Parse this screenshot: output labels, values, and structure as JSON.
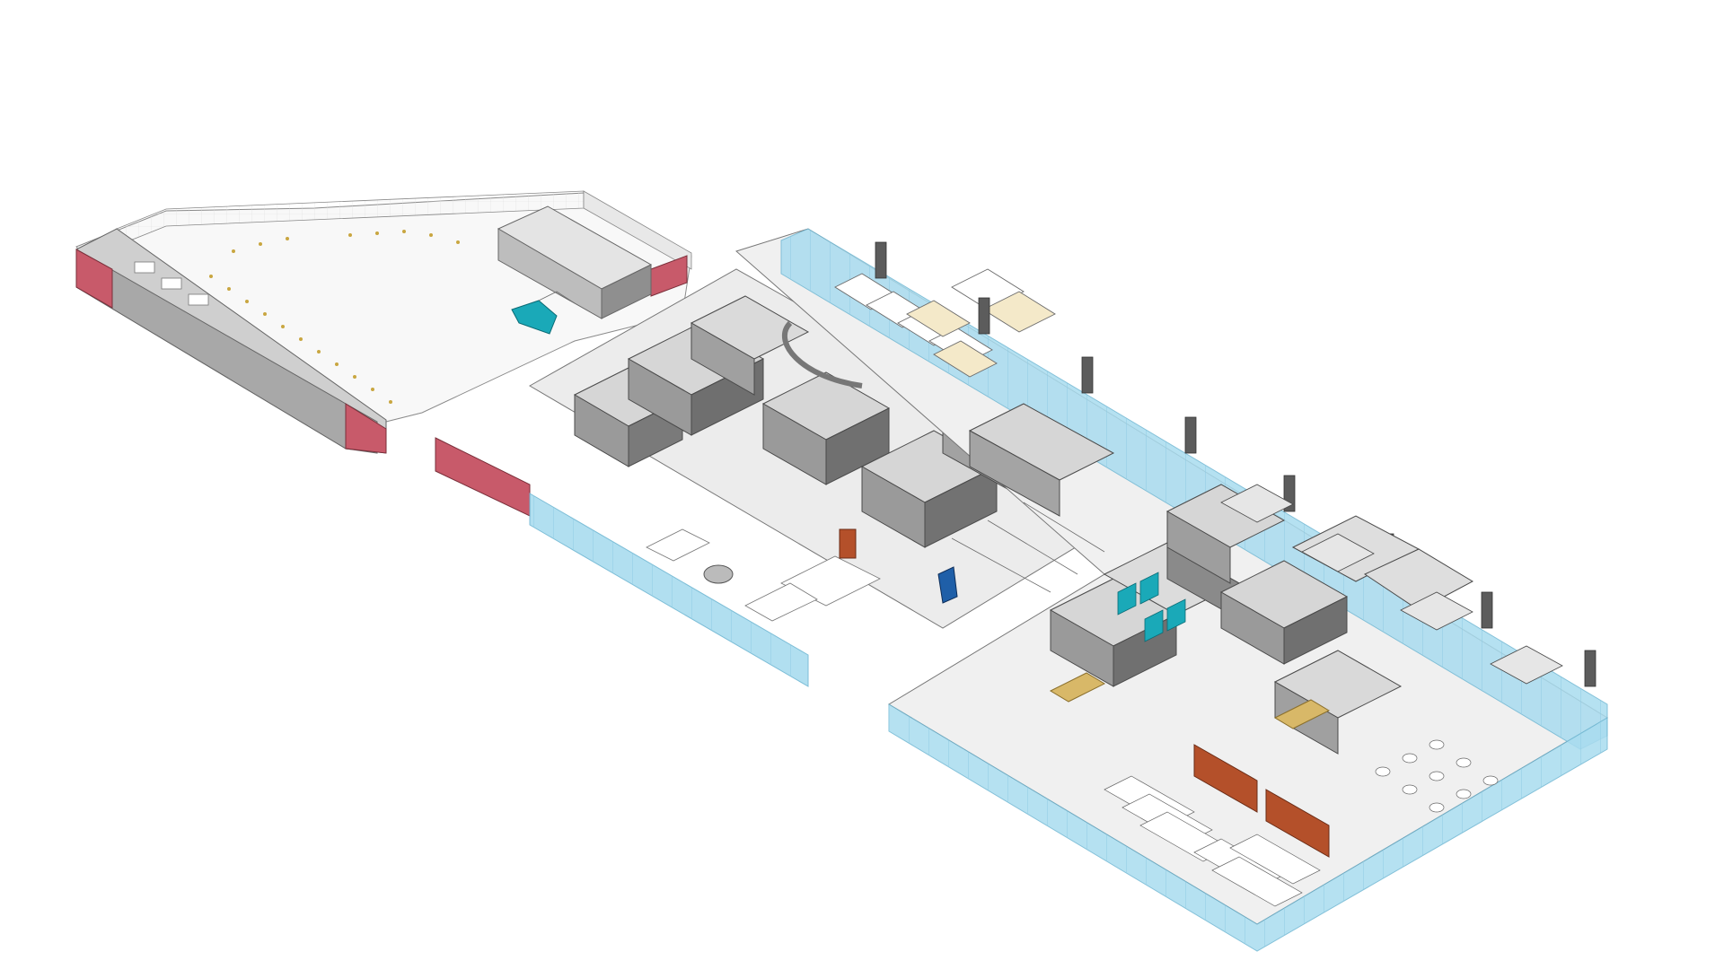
{
  "diagram": {
    "kind": "isometric floor plan",
    "colors": {
      "background": "#ffffff",
      "floor": "#ececec",
      "floor_light": "#f6f6f6",
      "wall_top": "#d6d6d6",
      "wall_side": "#9a9a9a",
      "wall_dark": "#6f6f6f",
      "glazing": "#a9dcef",
      "glazing_edge": "#6fb7d3",
      "terrace_red": "#c85a6a",
      "accent_teal": "#1aa9b8",
      "accent_blue": "#1f5fa8",
      "accent_wood": "#b4502a",
      "accent_gold": "#d8b868",
      "column": "#5c5c5c"
    },
    "zones": [
      {
        "id": "roof-terrace"
      },
      {
        "id": "plant-room-block"
      },
      {
        "id": "lab-wing"
      },
      {
        "id": "main-office-floor"
      },
      {
        "id": "open-plan-desks"
      },
      {
        "id": "cafe-seating"
      }
    ],
    "text_labels": []
  }
}
